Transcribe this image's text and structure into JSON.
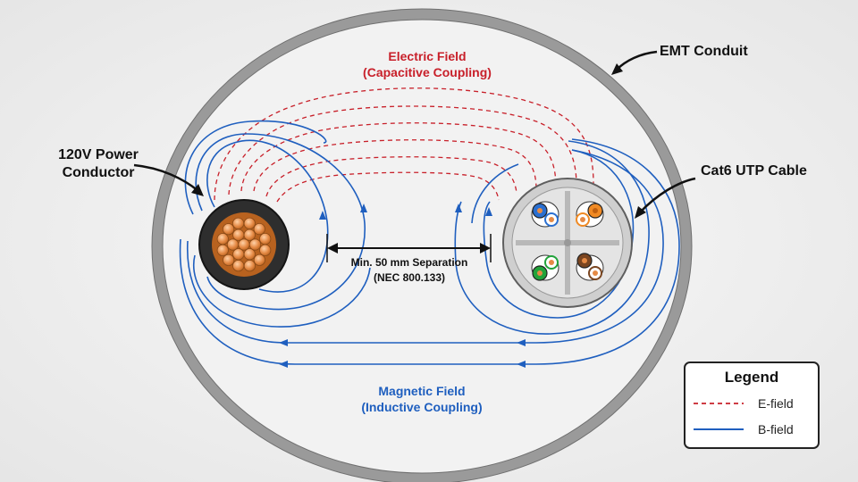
{
  "labels": {
    "electric_line1": "Electric Field",
    "electric_line2": "(Capacitive Coupling)",
    "magnetic_line1": "Magnetic Field",
    "magnetic_line2": "(Inductive Coupling)",
    "conduit": "EMT Conduit",
    "power_line1": "120V Power",
    "power_line2": "Conductor",
    "cat6": "Cat6 UTP Cable",
    "separation_line1": "Min. 50 mm Separation",
    "separation_line2": "(NEC 800.133)"
  },
  "legend": {
    "title": "Legend",
    "efield": "E-field",
    "bfield": "B-field"
  },
  "colors": {
    "efield": "#c8202a",
    "bfield": "#1f5fbf",
    "conduit": "#8f8f8f",
    "copper": "#e58a45"
  }
}
